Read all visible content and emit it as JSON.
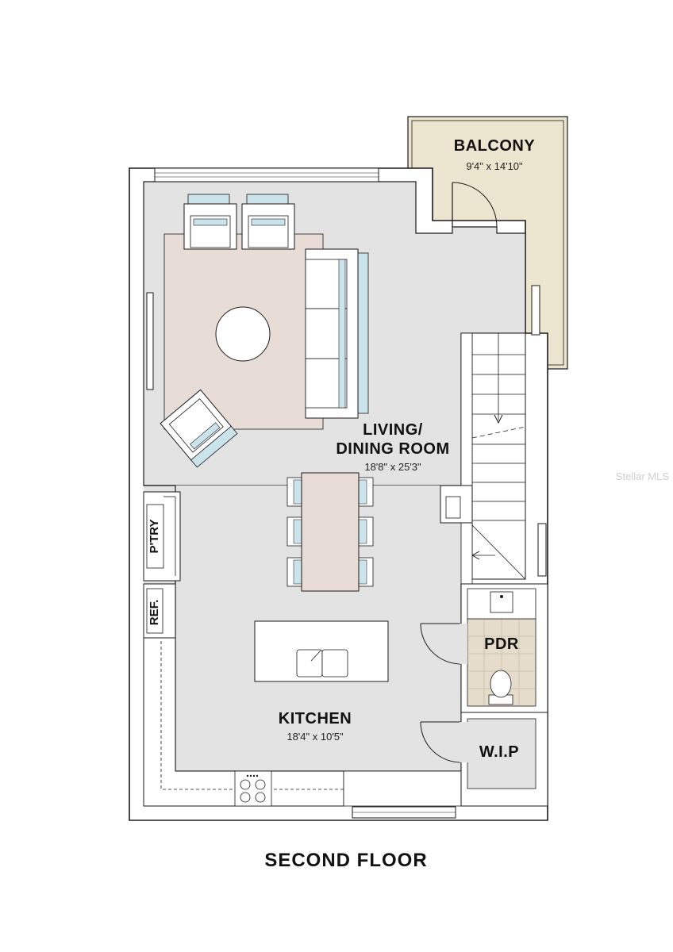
{
  "plan": {
    "title": "SECOND FLOOR",
    "watermark": "Stellar MLS",
    "colors": {
      "floor": "#e3e3e4",
      "balcony": "#ece5cf",
      "rug": "#e8ddd6",
      "tile": "#e5dccb",
      "wall": "#ffffff",
      "outline": "#1a1a1a",
      "accent": "#cbe3ea"
    }
  },
  "rooms": {
    "balcony": {
      "name": "BALCONY",
      "dims": "9'4\" x 14'10\""
    },
    "living": {
      "name_line1": "LIVING/",
      "name_line2": "DINING ROOM",
      "dims": "18'8\" x 25'3\""
    },
    "kitchen": {
      "name": "KITCHEN",
      "dims": "18'4\" x 10'5\""
    },
    "pdr": {
      "name": "PDR"
    },
    "wip": {
      "name": "W.I.P"
    },
    "pantry": {
      "name": "P'TRY"
    },
    "ref": {
      "name": "REF."
    }
  }
}
